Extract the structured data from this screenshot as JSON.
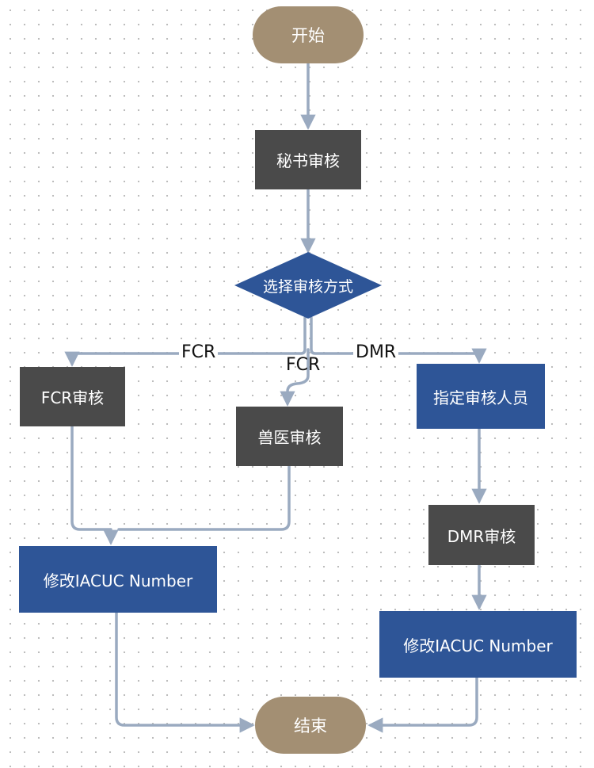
{
  "nodes": {
    "start": "开始",
    "secretary_review": "秘书审核",
    "choose_method": "选择审核方式",
    "fcr_review": "FCR审核",
    "vet_review": "兽医审核",
    "assign_reviewer": "指定审核人员",
    "dmr_review": "DMR审核",
    "modify_iacuc_left": "修改IACUC Number",
    "modify_iacuc_right": "修改IACUC Number",
    "end": "结束"
  },
  "edge_labels": {
    "fcr_left": "FCR",
    "fcr_middle": "FCR",
    "dmr": "DMR"
  },
  "colors": {
    "terminal": "#a38f73",
    "process_dark": "#4a4a4a",
    "process_blue": "#2e5597",
    "decision": "#2e5597",
    "connector": "#9aaac0"
  }
}
